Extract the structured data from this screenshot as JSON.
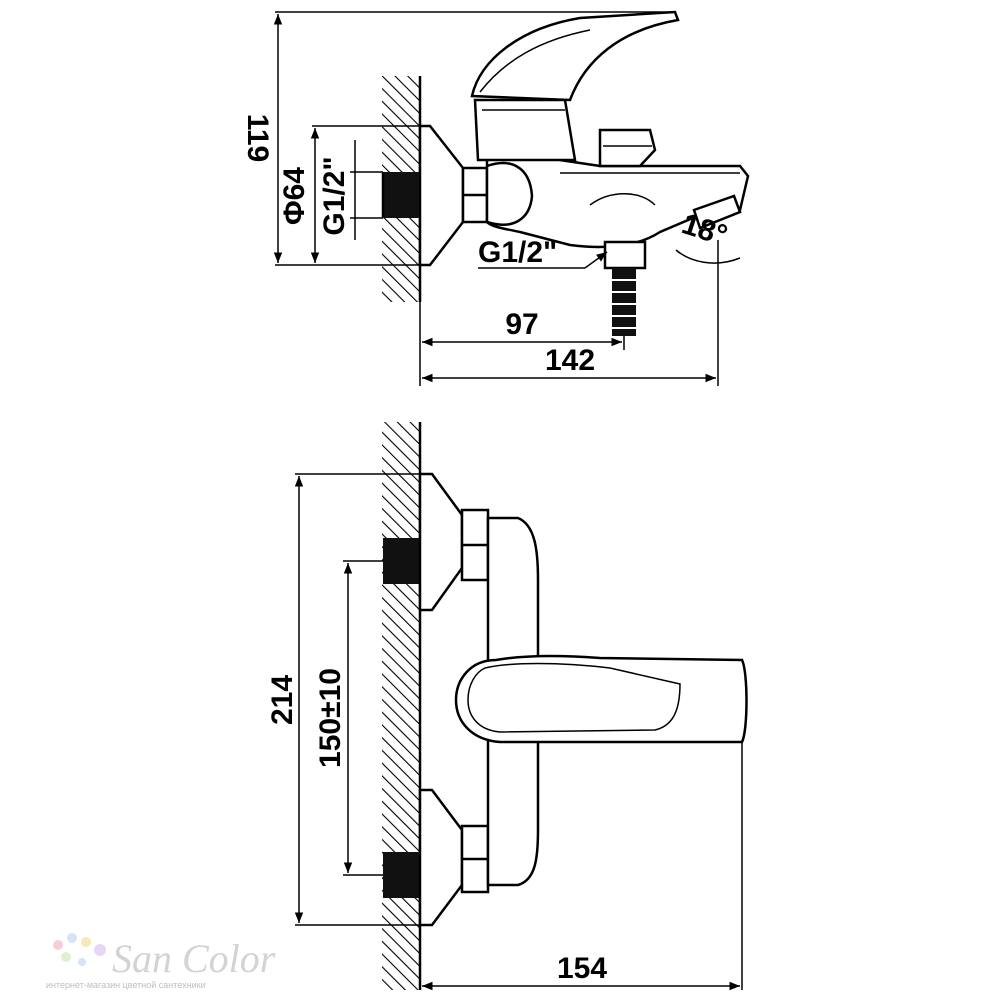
{
  "dimensions": {
    "height_top": "119",
    "diameter": "Φ64",
    "inlet_thread": "G1/2\"",
    "outlet_thread": "G1/2\"",
    "angle": "18°",
    "depth_outlet": "97",
    "depth_total": "142",
    "width_total": "214",
    "center_distance": "150±10",
    "depth_front": "154"
  },
  "logo": {
    "name": "San Color",
    "tagline": "интернет-магазин цветной сантехники",
    "dot_colors": [
      "#f6c9d6",
      "#cfe3f7",
      "#f8e6b0",
      "#d9f0c9",
      "#e6d3f2"
    ]
  }
}
